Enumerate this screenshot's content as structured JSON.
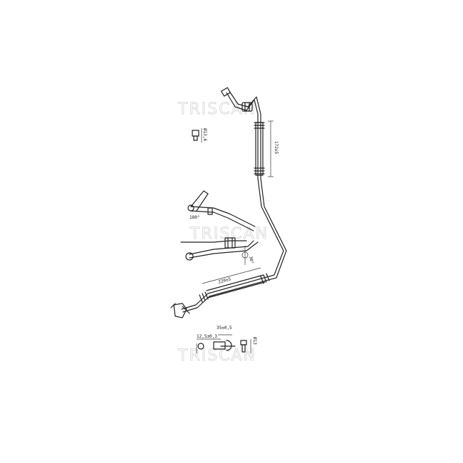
{
  "watermark": {
    "text": "TRISCAN",
    "color": "#d4d4d4"
  },
  "dimensions": {
    "upper_hose_length": "172±5",
    "lower_hose_length": "220±5",
    "upper_fitting_dia": "Ø13,6",
    "upper_angle": "180°",
    "lower_angle": "30°",
    "end_fitting_width": "12,5±0,3",
    "end_fitting_height": "35±0,5",
    "end_fitting_dia": "Ø13"
  },
  "colors": {
    "line": "#222222",
    "background": "#ffffff"
  }
}
